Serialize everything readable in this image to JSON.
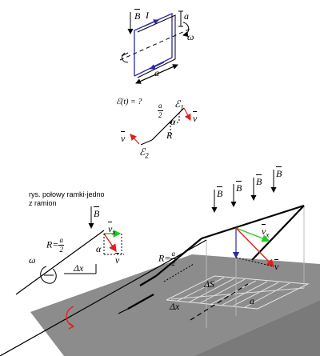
{
  "figure1": {
    "b_label": "B",
    "current_label": "I",
    "side_label": "a",
    "omega_label": "ω",
    "bottom_label": "a"
  },
  "figure2": {
    "emf_label": "ℰ(t) = ?",
    "frac_num": "a",
    "frac_den": "2",
    "e1": "ℰ",
    "e1_sub": "1",
    "e2": "ℰ",
    "e2_sub": "2",
    "v": "v",
    "alpha": "α",
    "r": "R"
  },
  "figure3": {
    "caption_line1": "rys. połowy ramki-jedno",
    "caption_line2": "z ramion",
    "b_label": "B",
    "r_eq": "R=",
    "frac_num": "a",
    "frac_den": "2",
    "vx": "v",
    "vx_sub": "x",
    "alpha": "α",
    "v": "v",
    "omega": "ω",
    "dx": "Δx"
  },
  "figure4": {
    "b_labels": [
      "B",
      "B",
      "B",
      "B"
    ],
    "r_eq": "R=",
    "frac_num": "a",
    "frac_den": "2",
    "vx": "v",
    "vx_sub": "x",
    "v": "v",
    "ds": "ΔS",
    "dx": "Δx",
    "a": "a"
  },
  "colors": {
    "plane": "#8c8c8c",
    "plane_dark": "#6e6e6e",
    "velocity_red": "#e0201a",
    "velocity_green": "#22cc22",
    "frame_blue": "#2a2aa8"
  }
}
